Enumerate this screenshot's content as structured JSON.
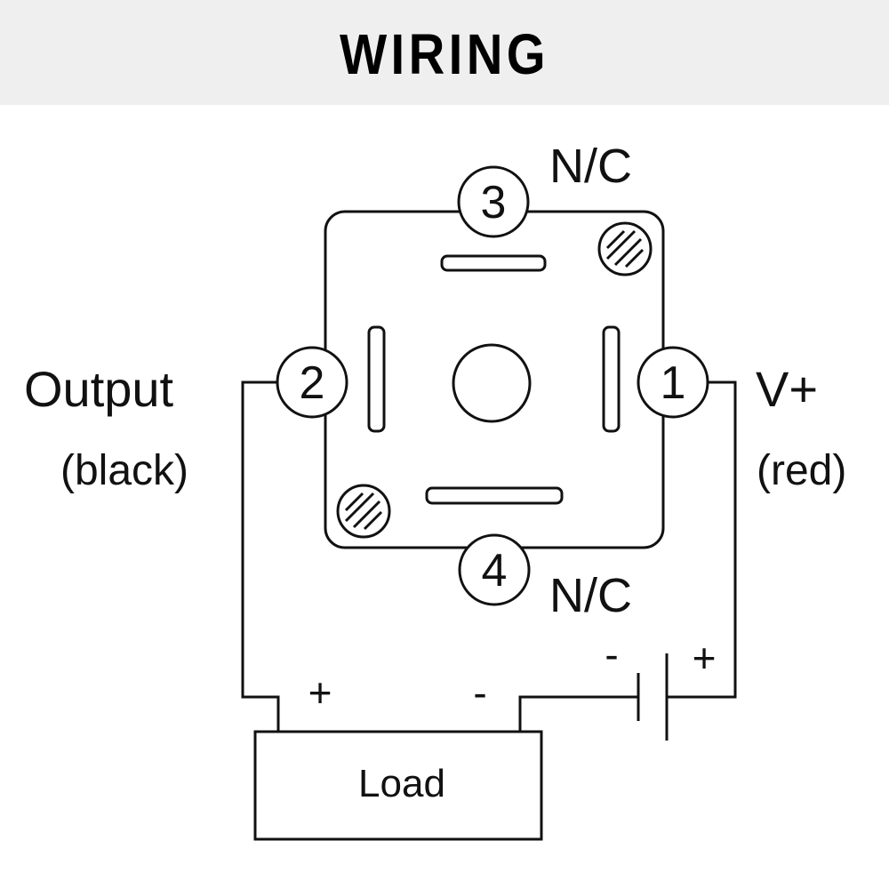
{
  "header": {
    "title": "WIRING"
  },
  "pins": {
    "p1": {
      "number": "1",
      "label": "V+",
      "sublabel": "(red)"
    },
    "p2": {
      "number": "2",
      "label": "Output",
      "sublabel": "(black)"
    },
    "p3": {
      "number": "3",
      "label": "N/C"
    },
    "p4": {
      "number": "4",
      "label": "N/C"
    }
  },
  "load": {
    "label": "Load",
    "plus": "+",
    "minus": "-"
  },
  "battery": {
    "minus": "-",
    "plus": "+"
  },
  "colors": {
    "header_bg": "#efefef",
    "line": "#111111"
  }
}
